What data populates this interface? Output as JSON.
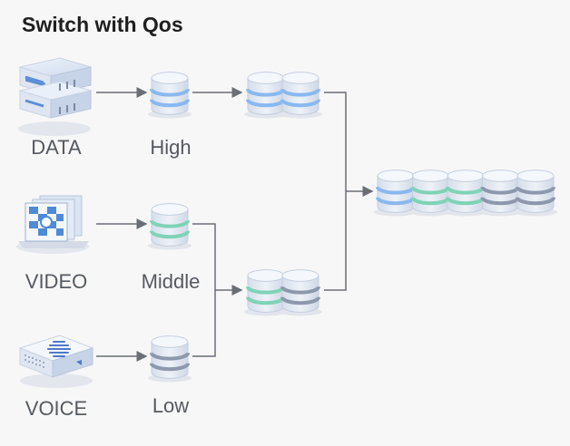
{
  "title": "Switch with Qos",
  "sources": [
    {
      "label": "DATA",
      "icon": "server-icon"
    },
    {
      "label": "VIDEO",
      "icon": "video-icon"
    },
    {
      "label": "VOICE",
      "icon": "voice-device-icon"
    }
  ],
  "queues": [
    {
      "label": "High",
      "stripe_color": "#8ab8ef"
    },
    {
      "label": "Middle",
      "stripe_color": "#7fd3b7"
    },
    {
      "label": "Low",
      "stripe_color": "#8e98ad"
    }
  ],
  "colors": {
    "blue_stripe": "#8ab8ef",
    "green_stripe": "#7fd3b7",
    "gray_stripe": "#8e98ad",
    "cylinder_body": "#e7ecf4",
    "arrow": "#6b6f75"
  }
}
